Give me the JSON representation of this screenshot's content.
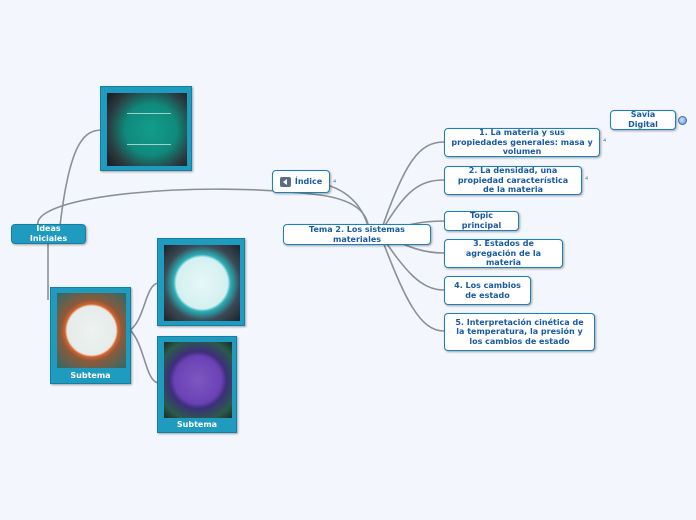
{
  "colors": {
    "node_border": "#1b82b5",
    "node_text": "#1a5aa3",
    "dark_node": "#1f9bc0",
    "link": "#8a8f99",
    "background": "#f4f6fd"
  },
  "central": {
    "label": "Tema 2. Los sistemas materiales"
  },
  "index": {
    "label": "Índice",
    "icon": "back-arrow-icon",
    "note_icon": "note-icon"
  },
  "ideas": {
    "label": "Ideas Iniciales"
  },
  "branches": [
    {
      "label": "1. La materia y sus propiedades generales: masa y volumen",
      "note_icon": "note-icon"
    },
    {
      "label": "2. La densidad, una propiedad característica de la materia",
      "note_icon": "note-icon"
    },
    {
      "label": "Topic principal"
    },
    {
      "label": "3. Estados de agregación de la materia"
    },
    {
      "label": "4. Los cambios de estado"
    },
    {
      "label": "5. Interpretación cinética de la temperatura, la presión y los cambios de estado"
    }
  ],
  "savia": {
    "label": "Savia Digital",
    "icon": "globe-icon"
  },
  "cards": [
    {
      "label": ""
    },
    {
      "label": "Subtema"
    },
    {
      "label": ""
    },
    {
      "label": "Subtema"
    }
  ]
}
